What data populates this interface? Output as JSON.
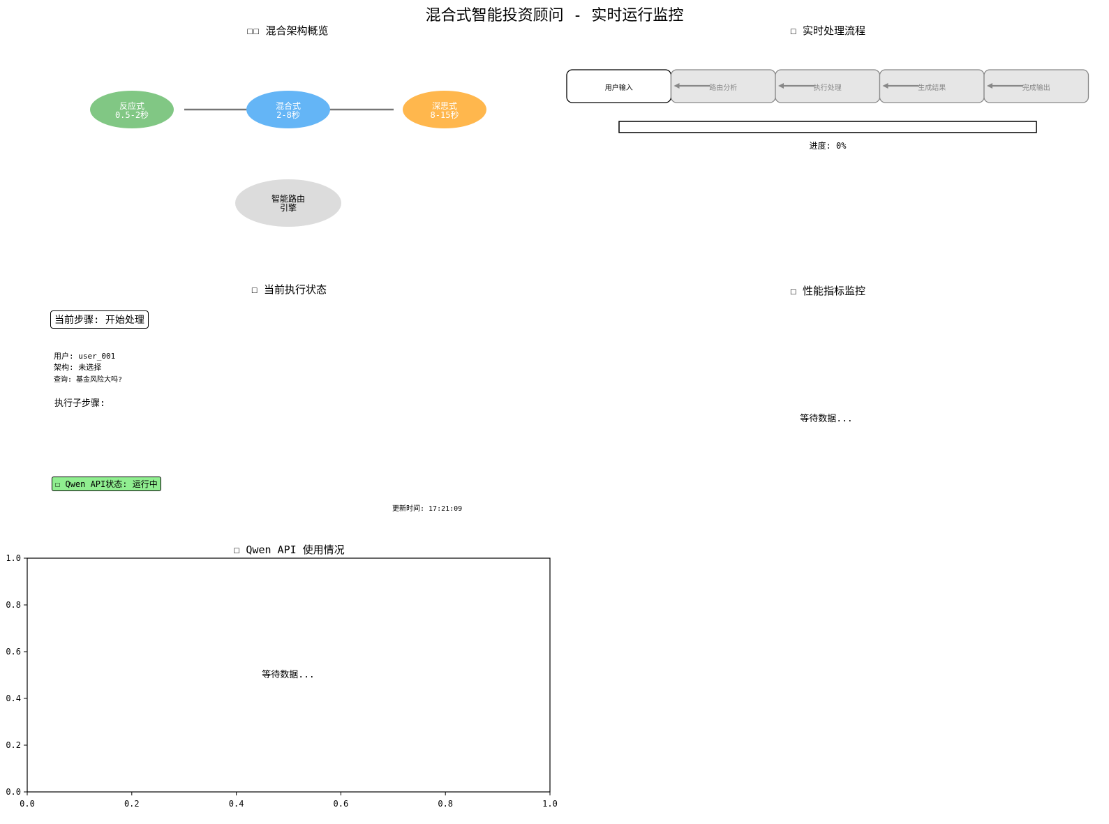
{
  "title": "混合式智能投资顾问 - 实时运行监控",
  "architecture": {
    "title": "☐☐ 混合架构概览",
    "nodes": [
      {
        "label": "反应式",
        "sub": "0.5-2秒",
        "color": "#81c784"
      },
      {
        "label": "混合式",
        "sub": "2-8秒",
        "color": "#64b5f6"
      },
      {
        "label": "深思式",
        "sub": "8-15秒",
        "color": "#ffb74d"
      }
    ],
    "router": {
      "line1": "智能路由",
      "line2": "引擎",
      "color": "#dcdcdc"
    },
    "edge_color": "#757575"
  },
  "flow": {
    "title": "☐ 实时处理流程",
    "steps": [
      {
        "label": "用户输入",
        "active": true
      },
      {
        "label": "路由分析",
        "active": false
      },
      {
        "label": "执行处理",
        "active": false
      },
      {
        "label": "生成结果",
        "active": false
      },
      {
        "label": "完成输出",
        "active": false
      }
    ],
    "progress_label": "进度: 0%",
    "progress": 0
  },
  "status": {
    "title": "☐ 当前执行状态",
    "current_step": "当前步骤: 开始处理",
    "user": "用户: user_001",
    "arch": "架构: 未选择",
    "query": "查询: 基金风险大吗?",
    "substeps": "执行子步骤:",
    "api_status": "☐ Qwen API状态: 运行中",
    "api_color": "#90ee90",
    "update_time": "更新时间: 17:21:09"
  },
  "performance": {
    "title": "☐ 性能指标监控",
    "waiting": "等待数据..."
  },
  "chart_data": {
    "type": "line",
    "title": "☐ Qwen API 使用情况",
    "xlabel": "",
    "ylabel": "",
    "xlim": [
      0.0,
      1.0
    ],
    "ylim": [
      0.0,
      1.0
    ],
    "x_ticks": [
      "0.0",
      "0.2",
      "0.4",
      "0.6",
      "0.8",
      "1.0"
    ],
    "y_ticks": [
      "0.0",
      "0.2",
      "0.4",
      "0.6",
      "0.8",
      "1.0"
    ],
    "series": [],
    "annotation": "等待数据...",
    "grid": false
  }
}
